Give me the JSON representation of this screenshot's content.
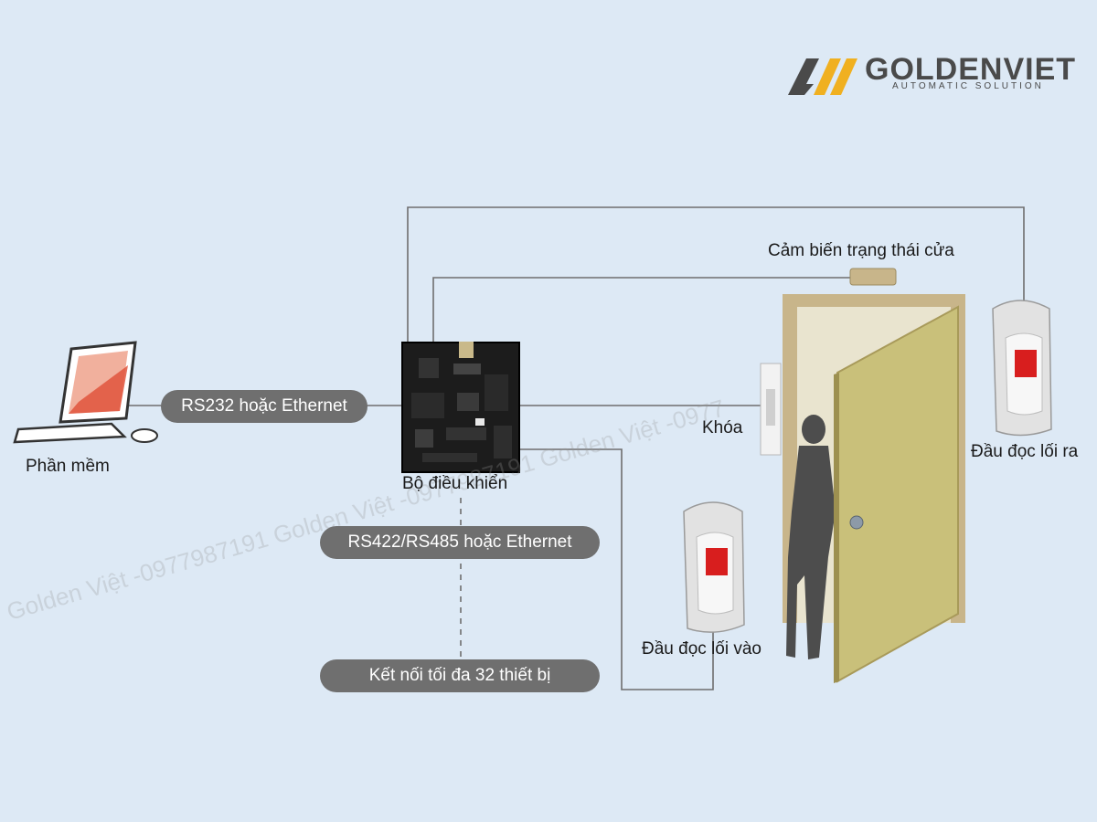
{
  "logo": {
    "name": "GOLDENVIET",
    "tagline": "AUTOMATIC SOLUTION"
  },
  "labels": {
    "software": "Phần mềm",
    "controller": "Bộ điều khiển",
    "door_sensor": "Cảm biến trạng thái cửa",
    "lock": "Khóa",
    "exit_reader": "Đầu đọc lối ra",
    "entry_reader": "Đầu đọc lối vào"
  },
  "pills": {
    "pc_link": "RS232 hoặc Ethernet",
    "bus_link": "RS422/RS485 hoặc Ethernet",
    "max_devices": "Kết nối tối đa 32 thiết bị"
  },
  "watermarks": [
    "Golden Việt -0977987191 Golden Việt -0977987191 Golden Việt -0977"
  ],
  "colors": {
    "background": "#dde9f5",
    "wire": "#6e6e6e",
    "pill": "#6f6f6f",
    "logo_gold": "#f0b020",
    "door": "#c9c07a",
    "frame": "#c8b58a",
    "reader_red": "#d81e1e"
  }
}
